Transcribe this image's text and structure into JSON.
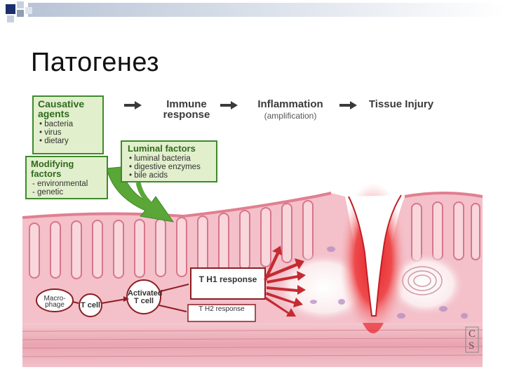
{
  "slide": {
    "title": "Патогенез"
  },
  "diagram": {
    "flow": {
      "causative_heading": "Causative agents",
      "causative_items": [
        "• bacteria",
        "• virus",
        "• dietary"
      ],
      "immune": "Immune response",
      "inflammation": "Inflammation",
      "amplification": "(amplification)",
      "tissue_injury": "Tissue Injury"
    },
    "modifying": {
      "heading": "Modifying factors",
      "items": [
        "- environmental",
        "- genetic"
      ]
    },
    "luminal": {
      "heading": "Luminal factors",
      "items": [
        "• luminal bacteria",
        "• digestive enzymes",
        "• bile acids"
      ]
    },
    "cells": {
      "macrophage": "Macro-phage",
      "tcell": "T cell",
      "activated": "Activated T cell",
      "th1": "T H1 response",
      "th2": "T H2 response"
    },
    "colors": {
      "mucosa": "#f2b3bf",
      "tissue_dark": "#e07f90",
      "injury_red": "#e8242a",
      "green_box": "#e2efcc",
      "green_border": "#3e8a2c",
      "arrow_red": "#c42b31"
    }
  }
}
